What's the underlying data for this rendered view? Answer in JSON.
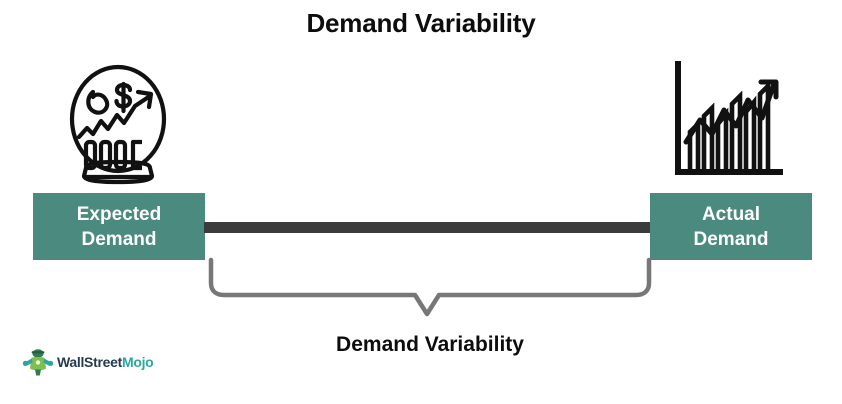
{
  "title": "Demand Variability",
  "left": {
    "icon_name": "crystal-ball-forecast-icon",
    "label_line1": "Expected",
    "label_line2": "Demand"
  },
  "right": {
    "icon_name": "bar-chart-trend-icon",
    "label_line1": "Actual",
    "label_line2": "Demand"
  },
  "connector": {
    "name": "gap-connector-bar",
    "color": "#3b3b3b"
  },
  "brace": {
    "name": "variability-brace",
    "color": "#777777"
  },
  "caption": "Demand Variability",
  "logo": {
    "name": "wallstreetmojo-logo",
    "text_primary": "WallStreet",
    "text_accent": "Mojo",
    "primary_color": "#263b4d",
    "accent_color": "#2aa8a0"
  },
  "colors": {
    "box_teal": "#4b8a7e",
    "text_dark": "#0d0d0d",
    "background": "#ffffff"
  }
}
